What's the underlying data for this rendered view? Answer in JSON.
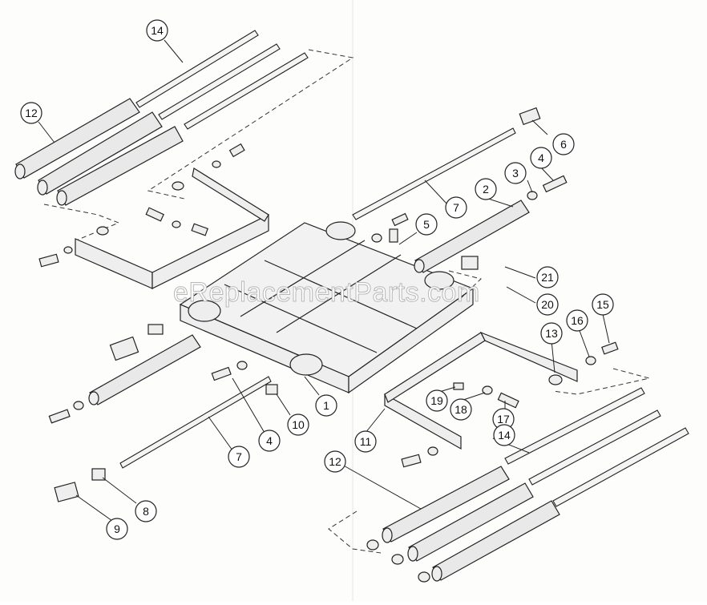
{
  "watermark": "eReplacementParts.com",
  "callouts": [
    "1",
    "2",
    "3",
    "4",
    "4",
    "5",
    "6",
    "7",
    "7",
    "8",
    "9",
    "10",
    "11",
    "12",
    "12",
    "13",
    "14",
    "14",
    "15",
    "16",
    "17",
    "18",
    "19",
    "20",
    "21"
  ],
  "colors": {
    "ink": "#222222",
    "paper": "#fdfdfb",
    "shade": "#e9e9e9"
  }
}
